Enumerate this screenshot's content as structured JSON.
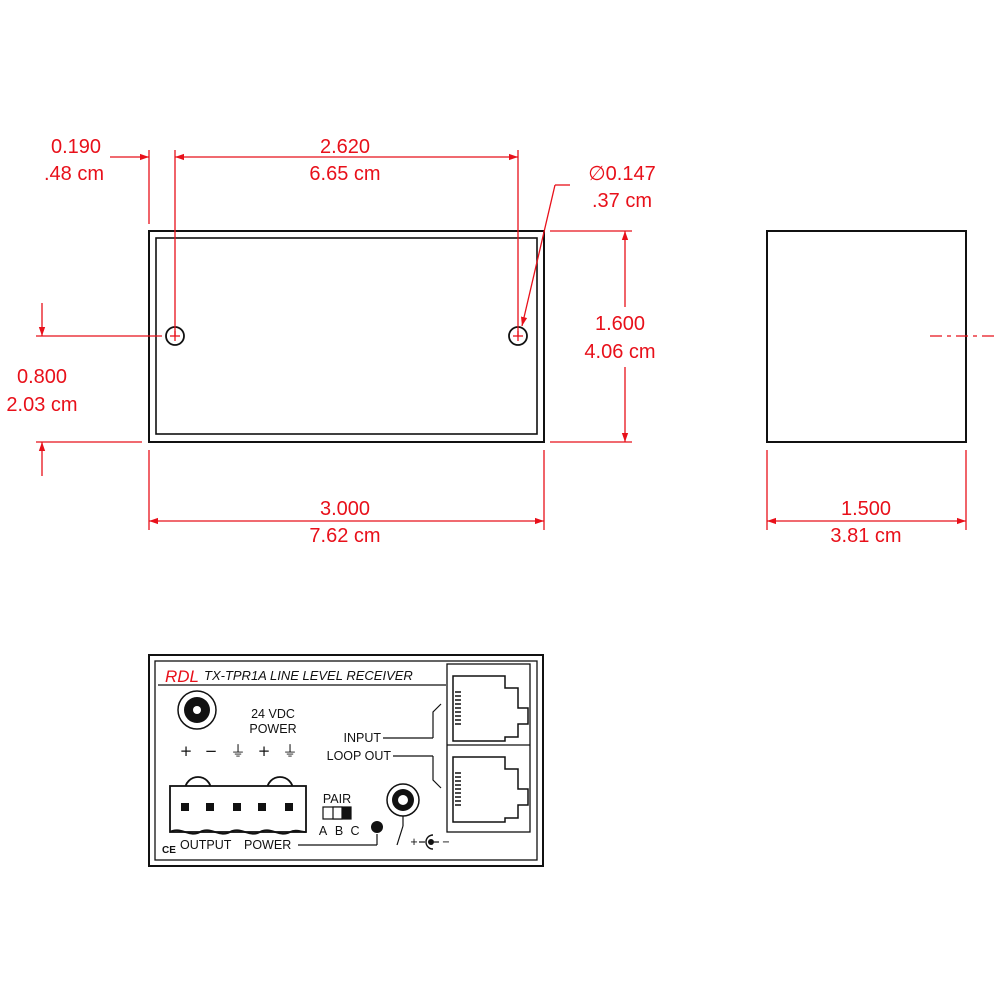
{
  "colors": {
    "dimension": "#e8101a",
    "outline": "#111111",
    "brand": "#e8101a"
  },
  "top_view": {
    "hole_offset": {
      "inch": "0.190",
      "cm": ".48 cm"
    },
    "hole_spacing": {
      "inch": "2.620",
      "cm": "6.65 cm"
    },
    "hole_diameter": {
      "inch": "∅0.147",
      "cm": ".37 cm"
    },
    "height": {
      "inch": "1.600",
      "cm": "4.06 cm"
    },
    "hole_height": {
      "inch": "0.800",
      "cm": "2.03 cm"
    },
    "width": {
      "inch": "3.000",
      "cm": "7.62 cm"
    }
  },
  "side_view": {
    "depth": {
      "inch": "1.500",
      "cm": "3.81 cm"
    }
  },
  "front_panel": {
    "brand": "RDL",
    "model_title": "TX-TPR1A LINE LEVEL RECEIVER",
    "power_label_line1": "24 VDC",
    "power_label_line2": "POWER",
    "terminal_symbols": [
      "+",
      "−",
      "⏚",
      "+",
      "⏚"
    ],
    "input_label": "INPUT",
    "loop_out_label": "LOOP OUT",
    "pair_label": "PAIR",
    "pair_options": [
      "A",
      "B",
      "C"
    ],
    "output_label": "OUTPUT",
    "power_label": "POWER",
    "ce_mark": "CE",
    "dc_polarity_plus": "+",
    "dc_polarity_minus": "−",
    "icons": [
      "power-jack-icon",
      "terminal-block-icon",
      "rj45-jack-icon",
      "phono-jack-icon",
      "dip-switch-icon",
      "led-indicator-icon",
      "dc-polarity-icon",
      "ground-icon"
    ]
  }
}
